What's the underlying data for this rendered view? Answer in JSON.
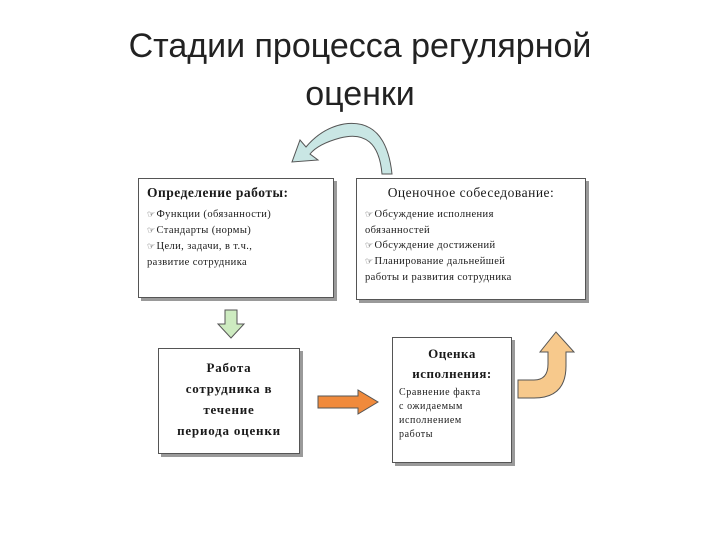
{
  "title": {
    "line1": "Стадии процесса регулярной",
    "line2": "оценки"
  },
  "definition": {
    "header": "Определение работы:",
    "items": [
      "Функции (обязанности)",
      "Стандарты (нормы)",
      "Цели, задачи, в т.ч.,",
      "развитие сотрудника"
    ]
  },
  "interview": {
    "header": "Оценочное собеседование:",
    "items": [
      "Обсуждение исполнения",
      "обязанностей",
      "Обсуждение достижений",
      "Планирование дальнейшей",
      "работы и развития сотрудника"
    ]
  },
  "work": {
    "lines": [
      "Работа",
      "сотрудника в",
      "течение",
      "периода оценки"
    ]
  },
  "evaluation": {
    "header1": "Оценка",
    "header2": "исполнения:",
    "lines": [
      "Сравнение факта",
      "с ожидаемым",
      "исполнением",
      "работы"
    ]
  },
  "colors": {
    "cycle_arrow_fill": "#c9e6e4",
    "down_arrow_fill": "#cdebc0",
    "right_arrow_fill": "#f08a3c",
    "up_arrow_fill": "#f7c98c",
    "arrow_stroke": "#555555"
  }
}
